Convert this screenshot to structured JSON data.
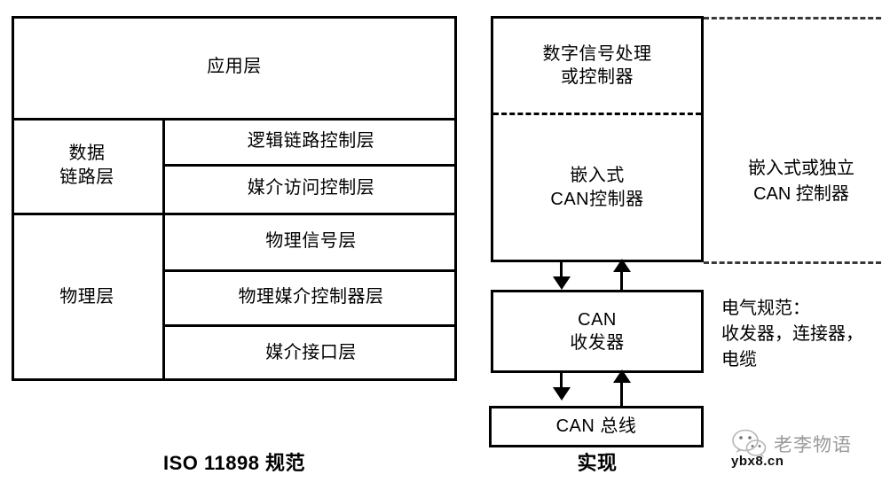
{
  "diagram": {
    "iso_table": {
      "caption": "ISO 11898 规范",
      "rows": [
        {
          "name": "application-layer",
          "label": "应用层",
          "span": "full"
        },
        {
          "name": "data-link-layer",
          "label": "数据\n链路层",
          "span": "left"
        },
        {
          "name": "llc-layer",
          "label": "逻辑链路控制层",
          "span": "right"
        },
        {
          "name": "mac-layer",
          "label": "媒介访问控制层",
          "span": "right"
        },
        {
          "name": "physical-layer",
          "label": "物理层",
          "span": "left"
        },
        {
          "name": "pls-layer",
          "label": "物理信号层",
          "span": "right"
        },
        {
          "name": "pma-layer",
          "label": "物理媒介控制器层",
          "span": "right"
        },
        {
          "name": "mdi-layer",
          "label": "媒介接口层",
          "span": "right"
        }
      ]
    },
    "implementation": {
      "caption": "实现",
      "dsp_box": "数字信号处理\n或控制器",
      "can_controller_box": "嵌入式\nCAN控制器",
      "transceiver_box": "CAN\n收发器",
      "bus_box": "CAN 总线",
      "annotations": [
        {
          "name": "embedded-or-standalone-controller-note",
          "text": "嵌入式或独立\nCAN 控制器"
        },
        {
          "name": "electrical-spec-note",
          "text": "电气规范：\n收发器，连接器，\n电缆"
        }
      ]
    }
  },
  "watermark": {
    "account_name": "老李物语",
    "url": "ybx8.cn",
    "logo_icon": "wechat-icon"
  },
  "colors": {
    "stroke": "#000000",
    "background": "#ffffff",
    "watermark_text": "#9a9a9a",
    "dash_grey": "#3a3a3a"
  }
}
